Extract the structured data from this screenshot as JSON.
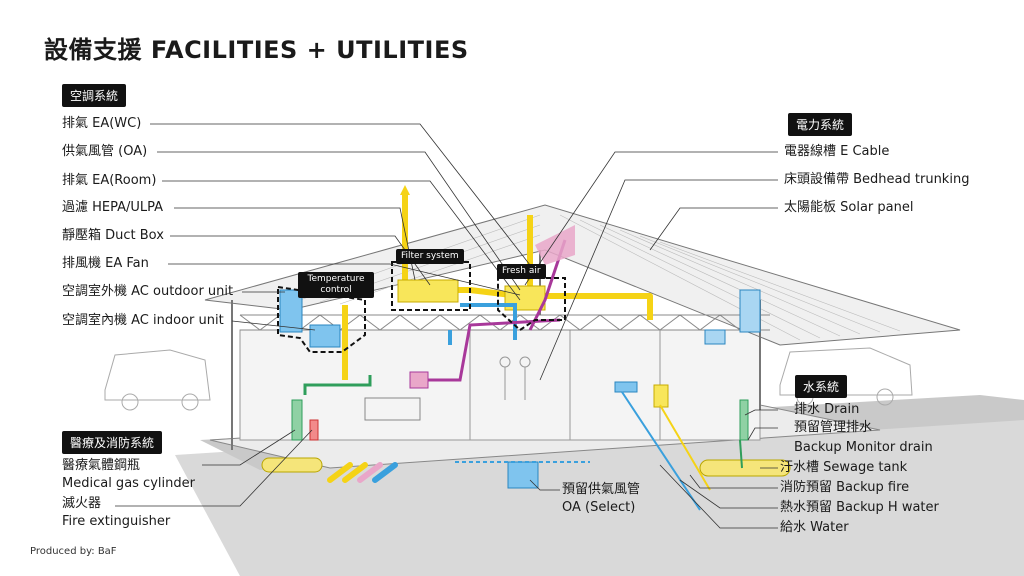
{
  "title": "設備支援  FACILITIES + UTILITIES",
  "credit": "Produced by: BaF",
  "sections": {
    "hvac": "空調系統",
    "power": "電力系統",
    "water": "水系統",
    "medical": "醫療及消防系統"
  },
  "left_labels": [
    "排氣 EA(WC)",
    "供氣風管 (OA)",
    "排氣 EA(Room)",
    "過濾 HEPA/ULPA",
    "靜壓箱 Duct Box",
    "排風機 EA Fan",
    "空調室外機 AC outdoor unit",
    "空調室內機 AC indoor unit"
  ],
  "power_labels": [
    "電器線槽 E Cable",
    "床頭設備帶 Bedhead trunking",
    "太陽能板 Solar panel"
  ],
  "water_labels": [
    "排水 Drain",
    "預留管理排水",
    "Backup Monitor drain",
    "汙水槽 Sewage tank",
    "消防預留 Backup fire",
    "熱水預留 Backup H water",
    "給水 Water"
  ],
  "medical_labels": {
    "gas_zh": "醫療氣體鋼瓶",
    "gas_en": "Medical gas cylinder",
    "fire_zh": "滅火器",
    "fire_en": "Fire extinguisher"
  },
  "oa_select": {
    "zh": "預留供氣風管",
    "en": "OA (Select)"
  },
  "tags": {
    "filter": "Filter system",
    "fresh": "Fresh air",
    "temp1": "Temperature",
    "temp2": "control"
  },
  "colors": {
    "yellow": "#f5d316",
    "blue": "#3aa0dd",
    "magenta": "#a8389a",
    "pink": "#e9a7c9",
    "green": "#2f9e5b",
    "gray": "#d6d6d6"
  }
}
